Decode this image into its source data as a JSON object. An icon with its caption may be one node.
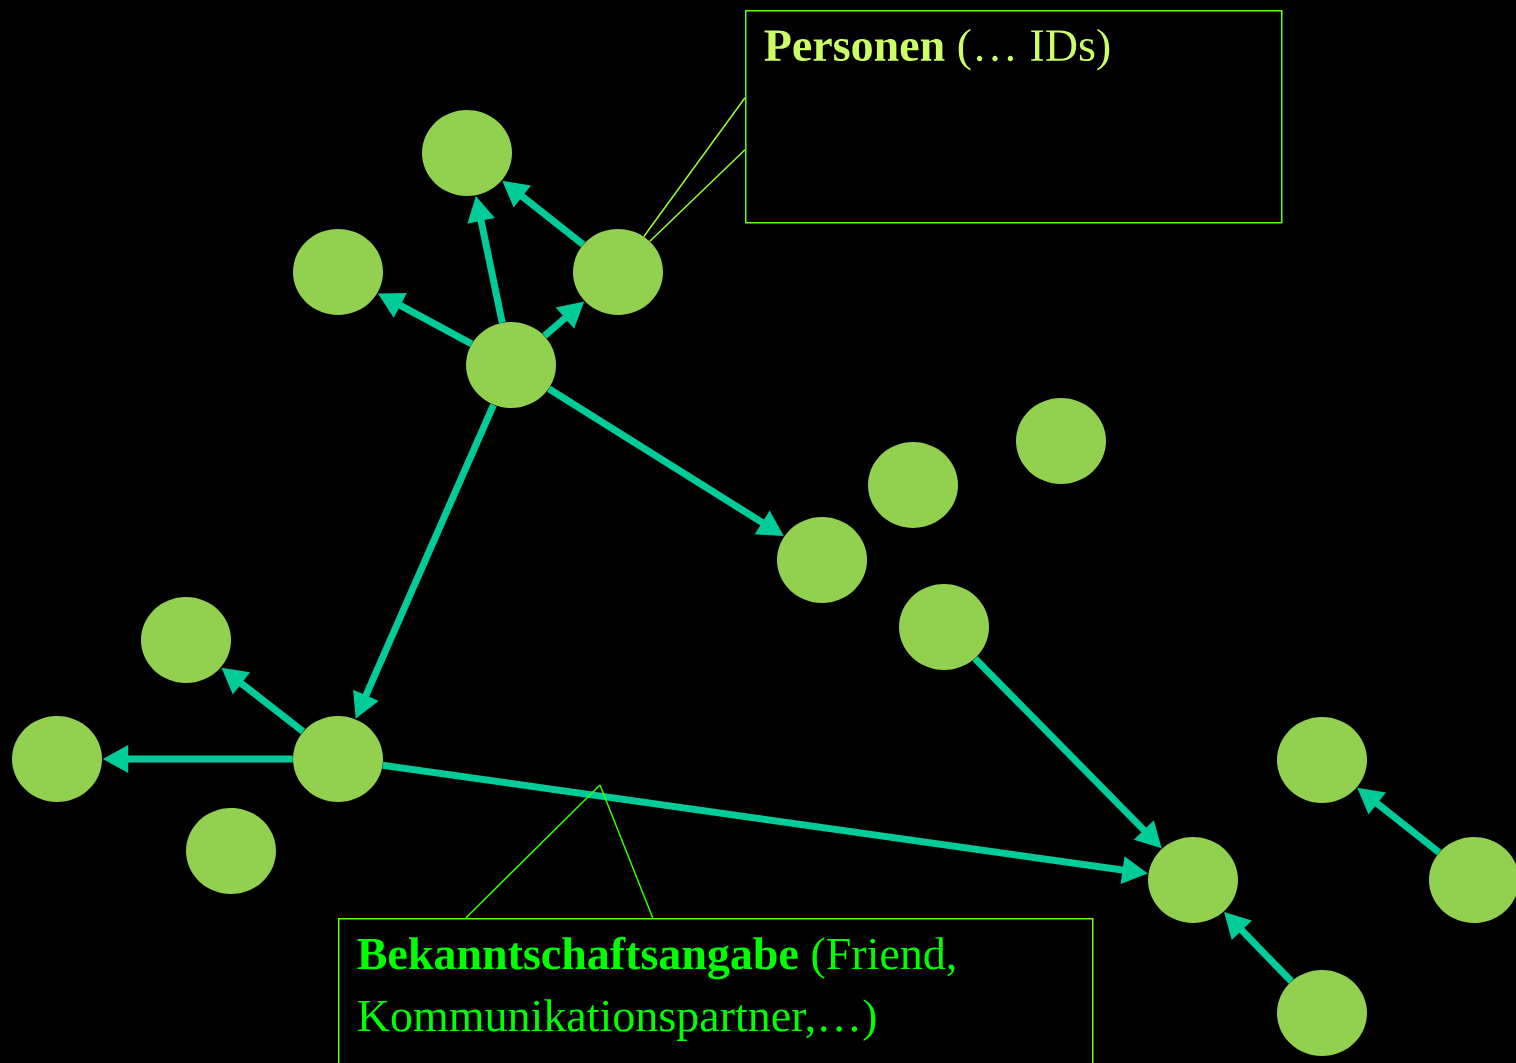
{
  "diagram": {
    "nodes": [
      {
        "text": [],
        "shape": "circle"
      },
      {
        "text": [],
        "shape": "circle"
      },
      {
        "text": [],
        "shape": "circle"
      },
      {
        "text": [],
        "shape": "circle"
      },
      {
        "text": [],
        "shape": "circle"
      },
      {
        "text": [],
        "shape": "circle"
      },
      {
        "text": [],
        "shape": "circle"
      },
      {
        "text": [],
        "shape": "circle"
      },
      {
        "text": [],
        "shape": "circle"
      },
      {
        "text": [],
        "shape": "circle"
      },
      {
        "text": [],
        "shape": "circle"
      },
      {
        "text": [],
        "shape": "circle"
      },
      {
        "text": [],
        "shape": "circle"
      },
      {
        "text": [],
        "shape": "circle"
      },
      {
        "text": [],
        "shape": "circle"
      },
      {
        "text": [],
        "shape": "circle"
      },
      {
        "text": [
          "**Personen** (… IDs)"
        ]
      },
      {
        "text": [
          "**Bekanntschaftsangabe** (Friend, Kommunikationspartner,…)"
        ]
      }
    ],
    "edges": [
      {
        "from": 3,
        "to": 1,
        "arrow": "to"
      },
      {
        "from": 3,
        "to": 0,
        "arrow": "to"
      },
      {
        "from": 3,
        "to": 2,
        "arrow": "to"
      },
      {
        "from": 2,
        "to": 0,
        "arrow": "to"
      },
      {
        "from": 3,
        "to": 6,
        "arrow": "to"
      },
      {
        "from": 3,
        "to": 10,
        "arrow": "to"
      },
      {
        "from": 10,
        "to": 8,
        "arrow": "to"
      },
      {
        "from": 10,
        "to": 9,
        "arrow": "to"
      },
      {
        "from": 10,
        "to": 13,
        "arrow": "to"
      },
      {
        "from": 7,
        "to": 13,
        "arrow": "to"
      },
      {
        "from": 15,
        "to": 13,
        "arrow": "to"
      },
      {
        "from": 14,
        "to": 11,
        "arrow": "to"
      },
      {
        "from": 16,
        "to": 2,
        "arrow": "none",
        "color": "#99ff33"
      },
      {
        "from": 16,
        "to": 2,
        "arrow": "none",
        "color": "#99ff33"
      },
      {
        "from": 17,
        "to": null,
        "arrow": "none",
        "color": "#33ff00"
      },
      {
        "from": 17,
        "to": null,
        "arrow": "none",
        "color": "#33ff00"
      }
    ]
  }
}
